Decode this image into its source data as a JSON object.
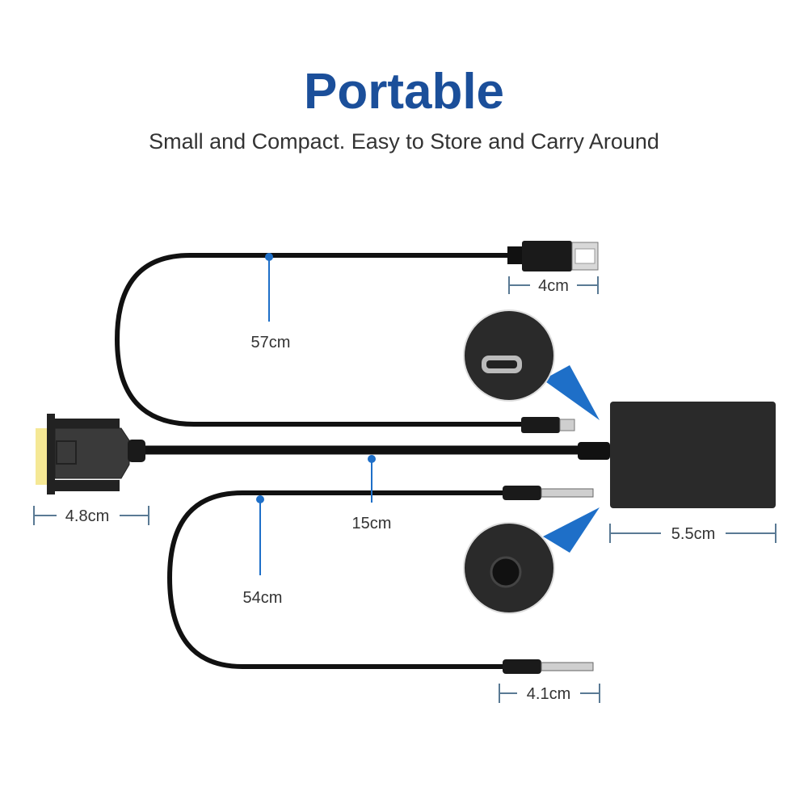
{
  "header": {
    "title": "Portable",
    "subtitle": "Small and Compact. Easy to Store and Carry Around"
  },
  "measurements": {
    "hdmi_cable": "57cm",
    "main_cable": "15cm",
    "audio_cable": "54cm",
    "hdmi_plug": "4cm",
    "vga_plug": "4.8cm",
    "adapter_box": "5.5cm",
    "audio_plug": "4.1cm"
  },
  "colors": {
    "accent": "#1b4f9a",
    "marker": "#1e6fc8",
    "cable": "#111111",
    "dimension": "#5a7a94"
  }
}
